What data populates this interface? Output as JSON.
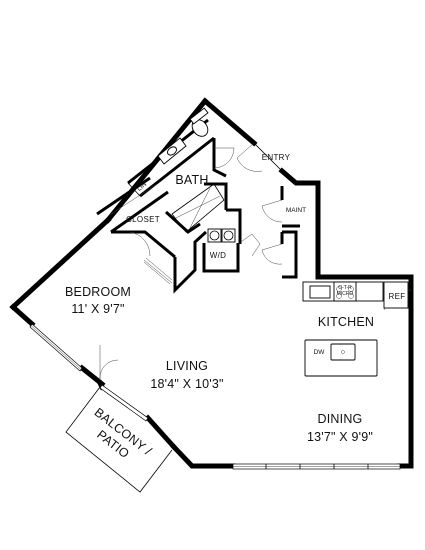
{
  "labels": {
    "entry": "ENTRY",
    "bath": "BATH",
    "closet": "CLOSET",
    "lin": "LIN",
    "maint": "MAINT",
    "wd": "W/D",
    "bedroom": "BEDROOM",
    "bedroom_dim": "11' X 9'7\"",
    "kitchen": "KITCHEN",
    "otr_line1": "O-T-R",
    "otr_line2": "MICRO",
    "ref": "REF",
    "dw": "DW",
    "living": "LIVING",
    "living_dim": "18'4\" X 10'3\"",
    "dining": "DINING",
    "dining_dim": "13'7\" X 9'9\"",
    "balcony_line1": "BALCONY /",
    "balcony_line2": "PATIO"
  }
}
